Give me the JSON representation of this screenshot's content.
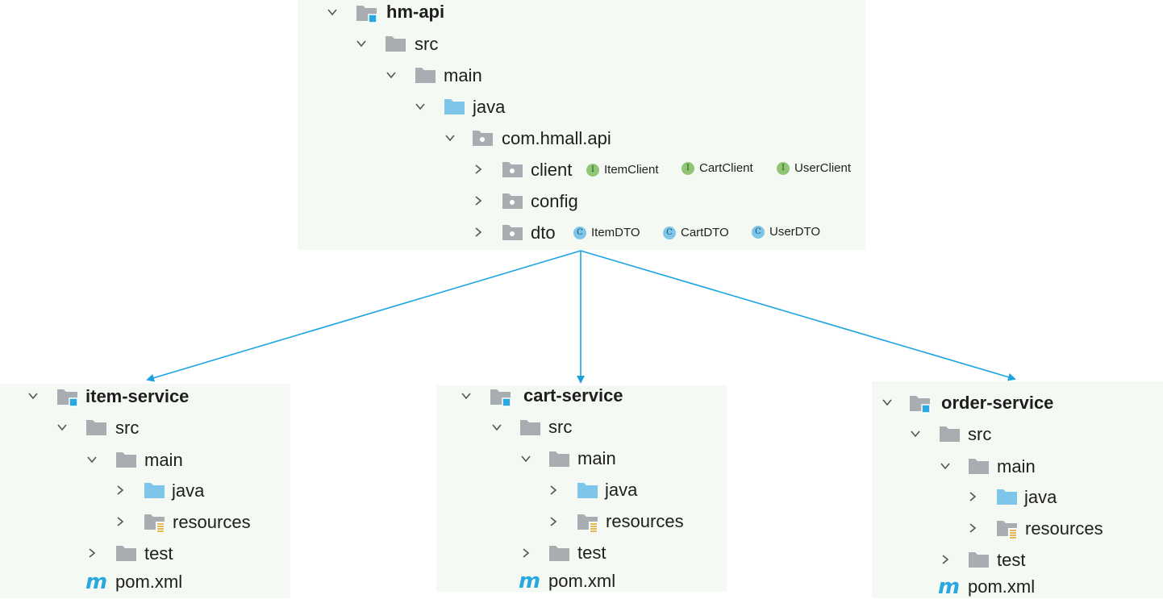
{
  "api_tree": {
    "module": "hm-api",
    "src": "src",
    "main": "main",
    "java": "java",
    "package": "com.hmall.api",
    "client": "client",
    "config": "config",
    "dto": "dto",
    "client_items": [
      "ItemClient",
      "CartClient",
      "UserClient"
    ],
    "client_item_badge": "I",
    "dto_items": [
      "ItemDTO",
      "CartDTO",
      "UserDTO"
    ],
    "dto_item_badge": "C"
  },
  "services": [
    {
      "module": "item-service",
      "src": "src",
      "main": "main",
      "java": "java",
      "resources": "resources",
      "test": "test",
      "pom": "pom.xml"
    },
    {
      "module": "cart-service",
      "src": "src",
      "main": "main",
      "java": "java",
      "resources": "resources",
      "test": "test",
      "pom": "pom.xml"
    },
    {
      "module": "order-service",
      "src": "src",
      "main": "main",
      "java": "java",
      "resources": "resources",
      "test": "test",
      "pom": "pom.xml"
    }
  ],
  "icons": {
    "maven": "m",
    "chevron_down": "chevron-down-icon",
    "chevron_right": "chevron-right-icon",
    "module_folder": "module-folder-icon",
    "folder": "folder-icon",
    "source_folder": "source-folder-icon",
    "package_folder": "package-folder-icon",
    "resources_folder": "resources-folder-icon"
  },
  "colors": {
    "panel_bg": "#f5f9f3",
    "folder_gray": "#a8adb2",
    "folder_blue": "#7dc6ea",
    "module_marker": "#29a7e1",
    "arrow": "#1ba3e0",
    "interface_badge": "#8fc776",
    "class_badge": "#7dc6ea"
  }
}
